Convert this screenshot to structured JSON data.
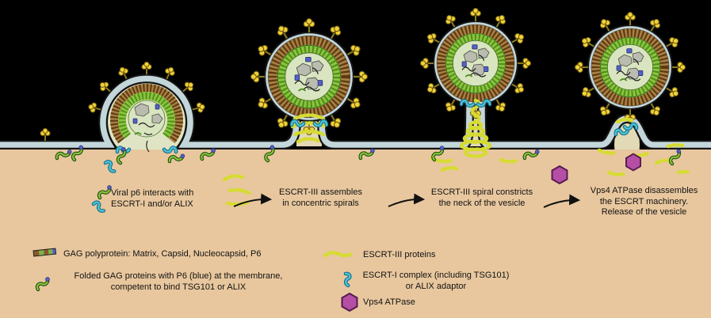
{
  "colors": {
    "background": "#000000",
    "cytoplasm": "#e8c79e",
    "membrane": "#c3d6da",
    "matrix": "#a97f44",
    "gag": "#8cc43d",
    "spike": "#f2d139",
    "escrt3": "#d6db33",
    "escrt1": "#4cc3d9",
    "vps4": "#b44fa5"
  },
  "stages": [
    {
      "lines": [
        "Viral p6 interacts with",
        "ESCRT-I and/or ALIX"
      ]
    },
    {
      "lines": [
        "ESCRT-III assembles",
        "in concentric spirals"
      ]
    },
    {
      "lines": [
        "ESCRT-III spiral constricts",
        "the neck of the vesicle"
      ]
    },
    {
      "lines": [
        "Vps4 ATPase disassembles",
        "the ESCRT machinery.",
        "Release of the vesicle"
      ]
    }
  ],
  "legend": [
    {
      "icon": "gag-polyprotein-icon",
      "lines": [
        "GAG polyprotein: Matrix, Capsid, Nucleocapsid, P6"
      ]
    },
    {
      "icon": "folded-gag-icon",
      "lines": [
        "Folded GAG proteins with P6 (blue) at the membrane,",
        "competent to bind TSG101 or ALIX"
      ]
    },
    {
      "icon": "escrt3-beads-icon",
      "lines": [
        "ESCRT-III proteins"
      ]
    },
    {
      "icon": "escrt1-squiggle-icon",
      "lines": [
        "ESCRT-I complex (including TSG101)",
        "or ALIX adaptor"
      ]
    },
    {
      "icon": "vps4-hexagon-icon",
      "lines": [
        "Vps4 ATPase"
      ]
    }
  ]
}
